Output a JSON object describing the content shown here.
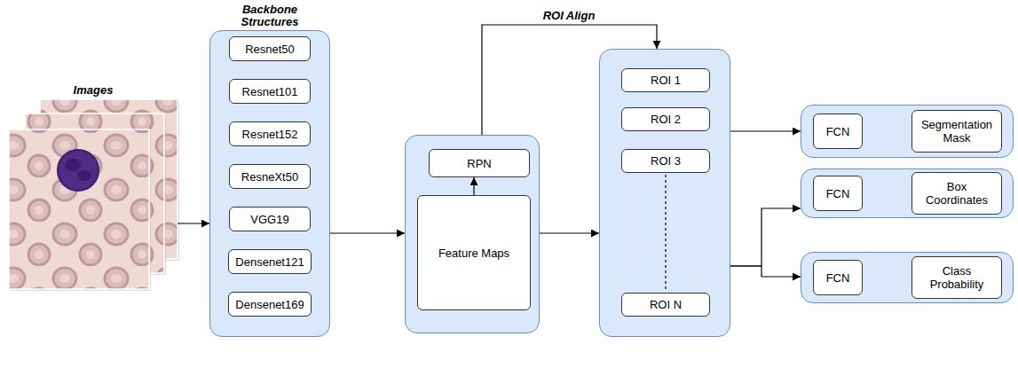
{
  "diagram": {
    "nodes": [
      {
        "text": [
          "Images"
        ]
      },
      {
        "text": [
          "Backbone Structures"
        ]
      },
      {
        "text": [
          "Resnet50"
        ],
        "in": 1
      },
      {
        "text": [
          "Resnet101"
        ],
        "in": 1
      },
      {
        "text": [
          "Resnet152"
        ],
        "in": 1
      },
      {
        "text": [
          "ResneXt50"
        ],
        "in": 1
      },
      {
        "text": [
          "VGG19"
        ],
        "in": 1
      },
      {
        "text": [
          "Densenet121"
        ],
        "in": 1
      },
      {
        "text": [
          "Densenet169"
        ],
        "in": 1
      },
      {
        "text": []
      },
      {
        "text": [
          "RPN"
        ],
        "in": 9
      },
      {
        "text": [
          "Feature Maps"
        ],
        "in": 9
      },
      {
        "text": []
      },
      {
        "text": [
          "ROI 1"
        ],
        "in": 12
      },
      {
        "text": [
          "ROI 2"
        ],
        "in": 12
      },
      {
        "text": [
          "ROI 3"
        ],
        "in": 12
      },
      {
        "text": [
          "ROI N"
        ],
        "in": 12
      },
      {
        "text": []
      },
      {
        "text": [
          "FCN"
        ],
        "in": 17
      },
      {
        "text": [
          "Segmentation Mask"
        ],
        "in": 17
      },
      {
        "text": []
      },
      {
        "text": [
          "FCN"
        ],
        "in": 20
      },
      {
        "text": [
          "Box Coordinates"
        ],
        "in": 20
      },
      {
        "text": []
      },
      {
        "text": [
          "FCN"
        ],
        "in": 23
      },
      {
        "text": [
          "Class Probability"
        ],
        "in": 23
      }
    ],
    "edges": [
      {
        "from": 0,
        "to": 1,
        "arrow": "to"
      },
      {
        "from": 1,
        "to": 9,
        "arrow": "to"
      },
      {
        "from": 11,
        "to": 10,
        "arrow": "to"
      },
      {
        "from": 9,
        "to": 12,
        "label": "ROI Align",
        "arrow": "to"
      },
      {
        "from": 9,
        "to": 12,
        "arrow": "to"
      },
      {
        "from": 12,
        "to": 17,
        "arrow": "to"
      },
      {
        "from": 12,
        "to": 20,
        "arrow": "to"
      },
      {
        "from": 12,
        "to": 23,
        "arrow": "to"
      },
      {
        "from": 15,
        "to": 16,
        "arrow": "none"
      }
    ]
  }
}
